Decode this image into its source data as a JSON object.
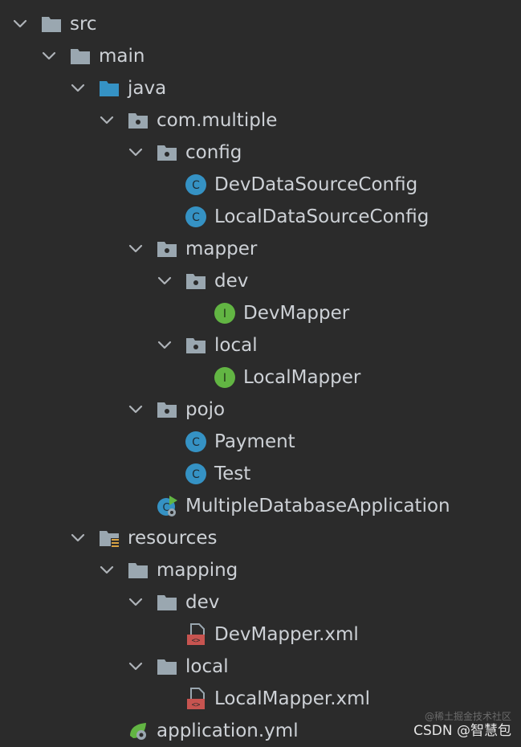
{
  "tree": [
    {
      "label": "src",
      "depth": 0,
      "icon": "folder-gray",
      "expanded": true
    },
    {
      "label": "main",
      "depth": 1,
      "icon": "folder-gray",
      "expanded": true
    },
    {
      "label": "java",
      "depth": 2,
      "icon": "folder-blue",
      "expanded": true
    },
    {
      "label": "com.multiple",
      "depth": 3,
      "icon": "package",
      "expanded": true
    },
    {
      "label": "config",
      "depth": 4,
      "icon": "package",
      "expanded": true
    },
    {
      "label": "DevDataSourceConfig",
      "depth": 5,
      "icon": "class",
      "expanded": null
    },
    {
      "label": "LocalDataSourceConfig",
      "depth": 5,
      "icon": "class",
      "expanded": null
    },
    {
      "label": "mapper",
      "depth": 4,
      "icon": "package",
      "expanded": true
    },
    {
      "label": "dev",
      "depth": 5,
      "icon": "package",
      "expanded": true
    },
    {
      "label": "DevMapper",
      "depth": 6,
      "icon": "interface",
      "expanded": null
    },
    {
      "label": "local",
      "depth": 5,
      "icon": "package",
      "expanded": true
    },
    {
      "label": "LocalMapper",
      "depth": 6,
      "icon": "interface",
      "expanded": null
    },
    {
      "label": "pojo",
      "depth": 4,
      "icon": "package",
      "expanded": true
    },
    {
      "label": "Payment",
      "depth": 5,
      "icon": "class",
      "expanded": null
    },
    {
      "label": "Test",
      "depth": 5,
      "icon": "class",
      "expanded": null
    },
    {
      "label": "MultipleDatabaseApplication",
      "depth": 4,
      "icon": "spring-app",
      "expanded": null
    },
    {
      "label": "resources",
      "depth": 2,
      "icon": "folder-resources",
      "expanded": true
    },
    {
      "label": "mapping",
      "depth": 3,
      "icon": "folder-gray",
      "expanded": true
    },
    {
      "label": "dev",
      "depth": 4,
      "icon": "folder-gray",
      "expanded": true
    },
    {
      "label": "DevMapper.xml",
      "depth": 5,
      "icon": "xml-file",
      "expanded": null
    },
    {
      "label": "local",
      "depth": 4,
      "icon": "folder-gray",
      "expanded": true
    },
    {
      "label": "LocalMapper.xml",
      "depth": 5,
      "icon": "xml-file",
      "expanded": null
    },
    {
      "label": "application.yml",
      "depth": 3,
      "icon": "spring-yml",
      "expanded": null
    }
  ],
  "watermark": {
    "top": "@稀土掘金技术社区",
    "bottom": "CSDN @智慧包"
  },
  "colors": {
    "background": "#2b2b2b",
    "text": "#cdd1d6",
    "folder": "#9aa7b0",
    "folder_blue": "#3592c4",
    "class_icon": "#3592c4",
    "interface_icon": "#62b543",
    "xml_icon": "#c75450"
  }
}
